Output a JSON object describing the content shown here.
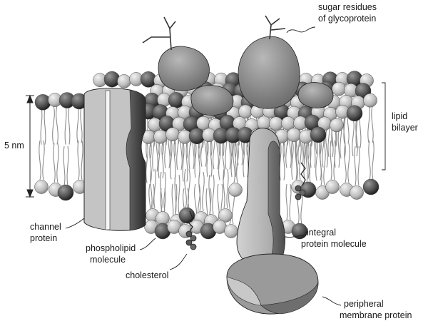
{
  "labels": {
    "sugar_line1": "sugar residues",
    "sugar_line2": "of glycoprotein",
    "lipid_line1": "lipid",
    "lipid_line2": "bilayer",
    "thickness": "5 nm",
    "channel_line1": "channel",
    "channel_line2": "protein",
    "phospholipid_line1": "phospholipid",
    "phospholipid_line2": "molecule",
    "cholesterol": "cholesterol",
    "integral_line1": "integral",
    "integral_line2": "protein molecule",
    "peripheral_line1": "peripheral",
    "peripheral_line2": "membrane protein"
  },
  "colors": {
    "head_light": "#c8c8c8",
    "head_dark": "#4a4a4a",
    "protein_light": "#bdbdbd",
    "protein_mid": "#8a8a8a",
    "protein_dark": "#5e5e5e",
    "tail": "#8c8c8c",
    "outline": "#222222"
  }
}
